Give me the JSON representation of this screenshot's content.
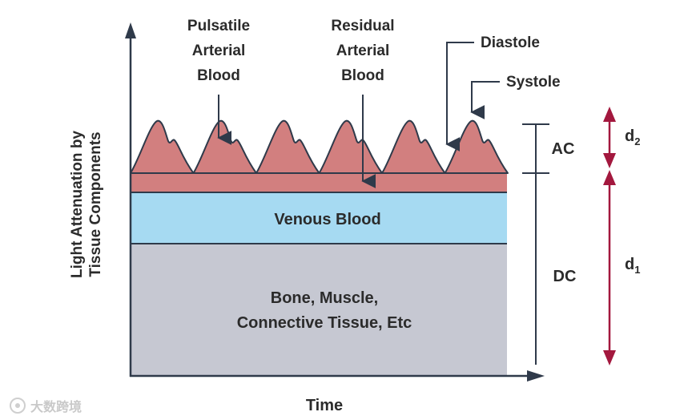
{
  "labels": {
    "y_axis_line1": "Light Attenuation by",
    "y_axis_line2": "Tissue Components",
    "x_axis": "Time",
    "pulsatile": [
      "Pulsatile",
      "Arterial",
      "Blood"
    ],
    "residual": [
      "Residual",
      "Arterial",
      "Blood"
    ],
    "diastole": "Diastole",
    "systole": "Systole",
    "venous": "Venous Blood",
    "bone_line1": "Bone, Muscle,",
    "bone_line2": "Connective Tissue, Etc",
    "ac": "AC",
    "dc": "DC",
    "d2_base": "d",
    "d2_sub": "2",
    "d1_base": "d",
    "d1_sub": "1"
  },
  "watermark": "大数跨境",
  "colors": {
    "arterial": "#d27f7f",
    "venous": "#a6daf2",
    "tissue": "#c6c8d2",
    "axis": "#2f3a4a",
    "arrow_red": "#a3183e",
    "text": "#2b2b2b"
  }
}
